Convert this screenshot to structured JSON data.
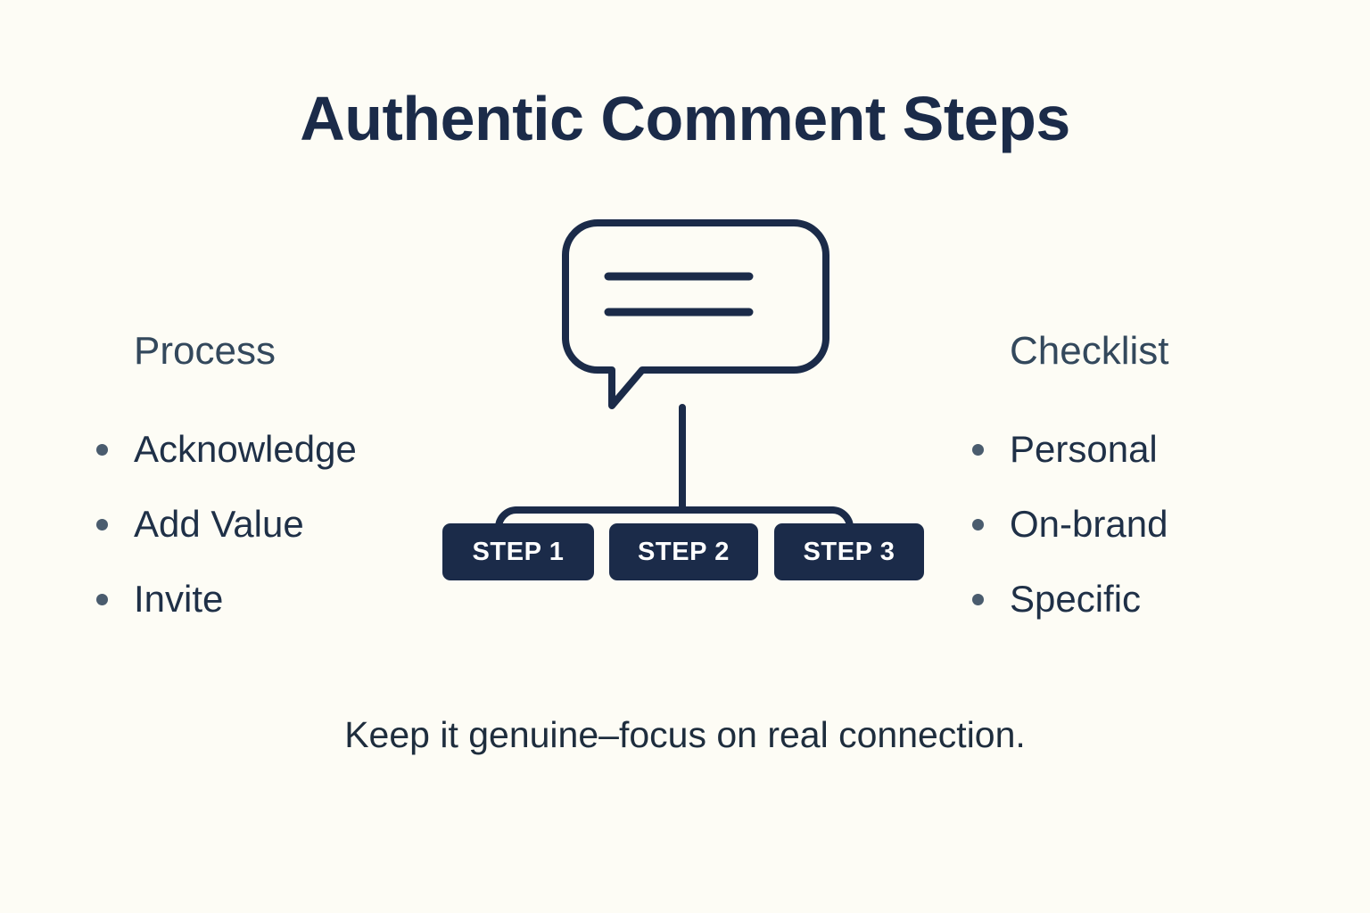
{
  "page": {
    "title": "Authentic Comment Steps",
    "background_color": "#fdfcf5",
    "ink_color": "#1b2b49",
    "muted_ink_color": "#33485c",
    "caption": "Keep it genuine–focus on real connection."
  },
  "process": {
    "heading": "Process",
    "items": [
      {
        "label": "Acknowledge"
      },
      {
        "label": "Add Value"
      },
      {
        "label": "Invite"
      }
    ]
  },
  "checklist": {
    "heading": "Checklist",
    "items": [
      {
        "label": "Personal"
      },
      {
        "label": "On-brand"
      },
      {
        "label": "Specific"
      }
    ]
  },
  "diagram": {
    "icon": "speech-bubble-icon",
    "bubble_lines": 2,
    "connector": "bracket-three-branch"
  },
  "steps": [
    {
      "label": "STEP 1"
    },
    {
      "label": "STEP 2"
    },
    {
      "label": "STEP 3"
    }
  ]
}
